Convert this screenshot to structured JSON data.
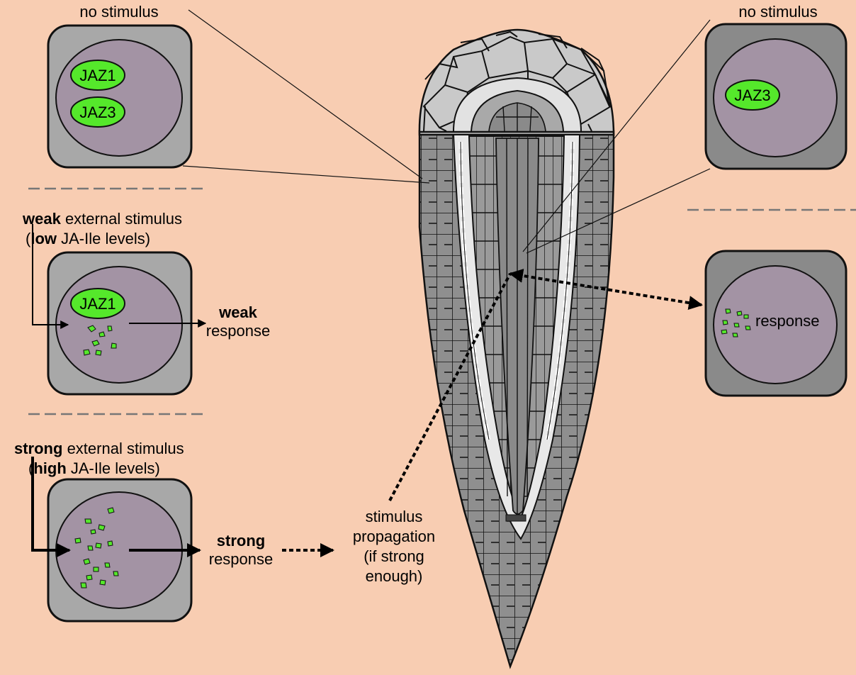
{
  "labels": {
    "no_stimulus_left": "no stimulus",
    "no_stimulus_right": "no stimulus",
    "jaz1": "JAZ1",
    "jaz3": "JAZ3",
    "weak_bold": "weak",
    "weak_rest": " external stimulus",
    "weak_paren_open": "(",
    "low_bold": "low",
    "weak_levels_rest": " JA-Ile levels)",
    "strong_bold": "strong",
    "strong_rest": " external stimulus",
    "strong_paren_open": "(",
    "high_bold": "high",
    "strong_levels_rest": " JA-Ile levels)",
    "weak_response_bold": "weak",
    "weak_response": "response",
    "strong_response_bold": "strong",
    "strong_response": "response",
    "right_response": "response",
    "propagation_line1": "stimulus",
    "propagation_line2": "propagation",
    "propagation_line3": "(if strong",
    "propagation_line4": "enough)"
  },
  "colors": {
    "background": "#f8cdb2",
    "cell_wall_light": "#aaaaaa",
    "cell_wall_dark": "#8a8a8a",
    "nucleus": "#a393a4",
    "jaz_protein": "#55e82b",
    "root_cells": "#8c8c8c",
    "root_cap": "#c9c9c9",
    "root_inner": "#e6e6e6"
  }
}
